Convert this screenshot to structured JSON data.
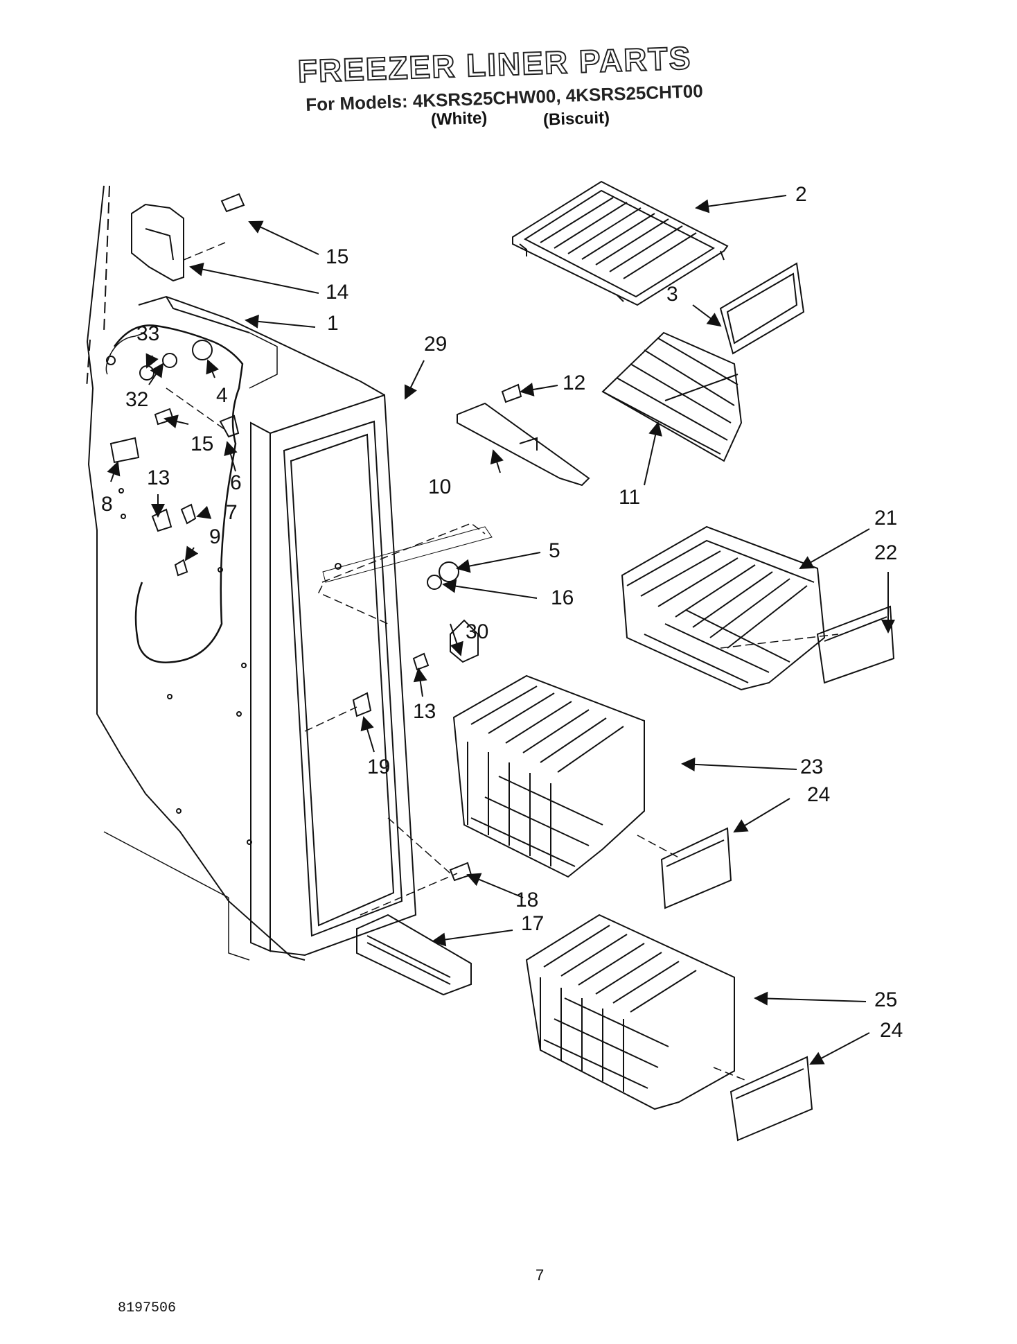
{
  "header": {
    "title": "FREEZER LINER PARTS",
    "models": "For Models: 4KSRS25CHW00, 4KSRS25CHT00",
    "variant_white": "(White)",
    "variant_biscuit": "(Biscuit)"
  },
  "callouts": [
    "1",
    "2",
    "3",
    "4",
    "5",
    "6",
    "7",
    "8",
    "9",
    "10",
    "11",
    "12",
    "13",
    "13",
    "14",
    "15",
    "15",
    "16",
    "17",
    "18",
    "19",
    "21",
    "22",
    "23",
    "24",
    "24",
    "25",
    "29",
    "30",
    "32",
    "33"
  ],
  "footer": {
    "page_number": "7",
    "document_number": "8197506"
  }
}
